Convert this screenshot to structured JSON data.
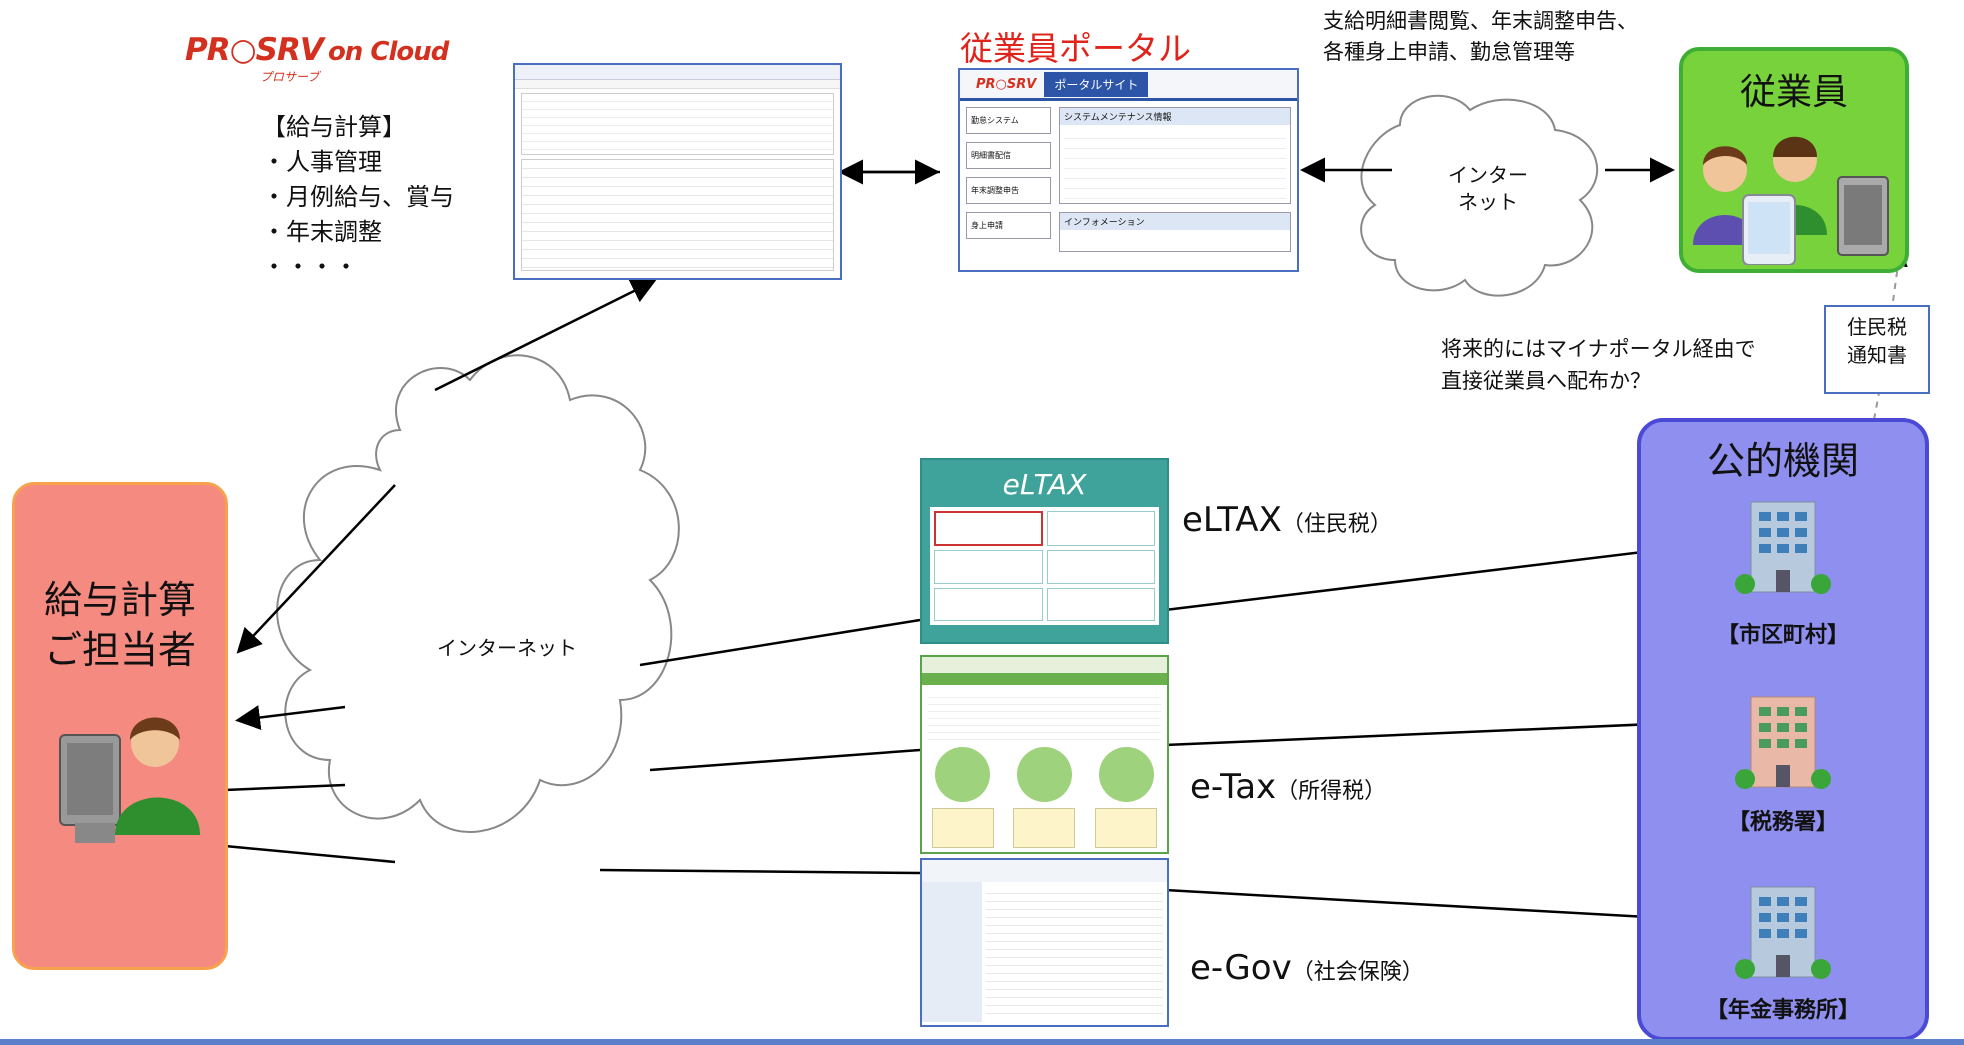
{
  "prosrv_logo": {
    "brand": "PR○SRV",
    "suffix": "on Cloud",
    "kana": "プロサーブ"
  },
  "payroll": {
    "heading": "【給与計算】",
    "items": [
      "・人事管理",
      "・月例給与、賞与",
      "・年末調整",
      "・・・・"
    ]
  },
  "portal": {
    "title": "従業員ポータル",
    "app_brand": "PR○SRV",
    "app_title": "ポータルサイト",
    "menu": [
      "勤怠システム",
      "明細書配信",
      "年末調整申告",
      "身上申請"
    ],
    "panel1_title": "システムメンテナンス情報",
    "panel2_title": "インフォメーション"
  },
  "services_note": "支給明細書閲覧、年末調整申告、\n各種身上申請、勤怠管理等",
  "internet_top": "インター\nネット",
  "internet_main": "インターネット",
  "employee": {
    "title": "従業員"
  },
  "tanto": {
    "title": "給与計算\nご担当者"
  },
  "mynaportal_note": "将来的にはマイナポータル経由で\n直接従業員へ配布か？",
  "notice_doc": "住民税\n通知書",
  "public": {
    "title": "公的機関",
    "buildings": [
      "【市区町村】",
      "【税務署】",
      "【年金事務所】"
    ]
  },
  "eltax": {
    "name": "eLTAX",
    "note": "（住民税）",
    "logo": "eLTAX"
  },
  "etax": {
    "name": "e-Tax",
    "note": "（所得税）"
  },
  "egov": {
    "name": "e-Gov",
    "note": "（社会保険）"
  },
  "colors": {
    "employee_fill": "#78d23c",
    "tanto_fill": "#f58a80",
    "public_fill": "#8f8ff0",
    "portal_title": "#e0241b",
    "logo_red": "#d4301f"
  }
}
